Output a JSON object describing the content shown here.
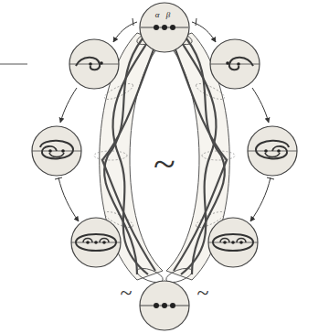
{
  "diagram": {
    "nodes": [
      {
        "text": [
          "α",
          "β"
        ]
      }
    ],
    "labels": [
      "~",
      "~",
      "~"
    ]
  }
}
